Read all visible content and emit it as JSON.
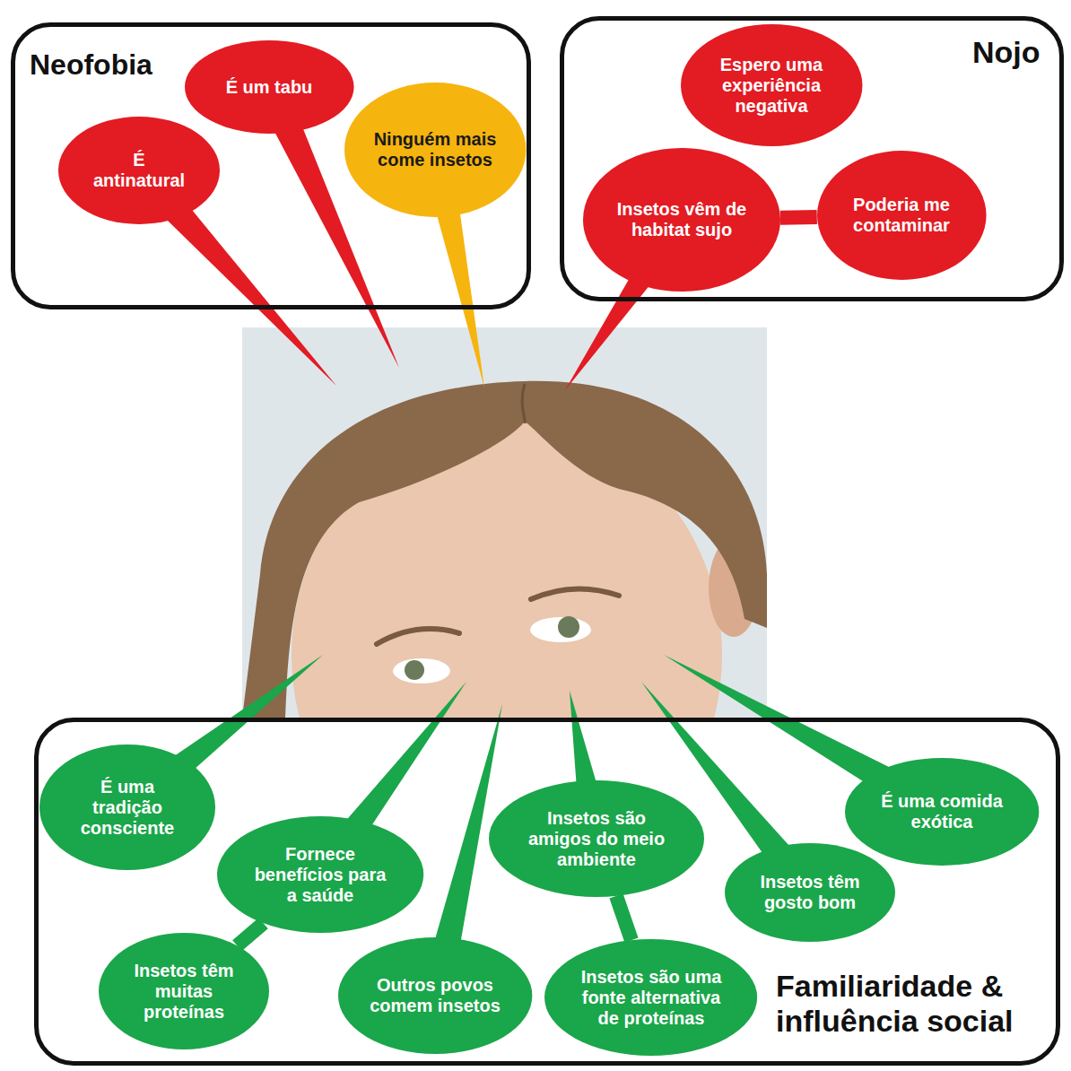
{
  "diagram": {
    "nodes": [
      {
        "text": [
          "Neofobia"
        ]
      },
      {
        "text": [
          "É antinatural"
        ],
        "in": 0
      },
      {
        "text": [
          "É um tabu"
        ],
        "in": 0
      },
      {
        "text": [
          "Ninguém mais come insetos"
        ],
        "in": 0
      },
      {
        "text": [
          "Nojo"
        ]
      },
      {
        "text": [
          "Espero uma experiência negativa"
        ],
        "in": 4
      },
      {
        "text": [
          "Insetos vêm de habitat sujo"
        ],
        "in": 4
      },
      {
        "text": [
          "Poderia me contaminar"
        ],
        "in": 4
      },
      {
        "text": [
          "Familiaridade & influência social"
        ]
      },
      {
        "text": [
          "É uma tradição consciente"
        ],
        "in": 8
      },
      {
        "text": [
          "Fornece benefícios para a saúde"
        ],
        "in": 8
      },
      {
        "text": [
          "Insetos têm muitas proteínas"
        ],
        "in": 8
      },
      {
        "text": [
          "Outros povos comem insetos"
        ],
        "in": 8
      },
      {
        "text": [
          "Insetos são amigos do meio ambiente"
        ],
        "in": 8
      },
      {
        "text": [
          "Insetos são uma fonte alternativa de proteínas"
        ],
        "in": 8
      },
      {
        "text": [
          "Insetos têm gosto bom"
        ],
        "in": 8
      },
      {
        "text": [
          "É uma comida exótica"
        ],
        "in": 8
      }
    ],
    "edges": [
      {
        "from": 7,
        "to": 6,
        "arrow": "none"
      },
      {
        "from": 11,
        "to": 10,
        "arrow": "none"
      },
      {
        "from": 14,
        "to": 13,
        "arrow": "none"
      }
    ]
  }
}
